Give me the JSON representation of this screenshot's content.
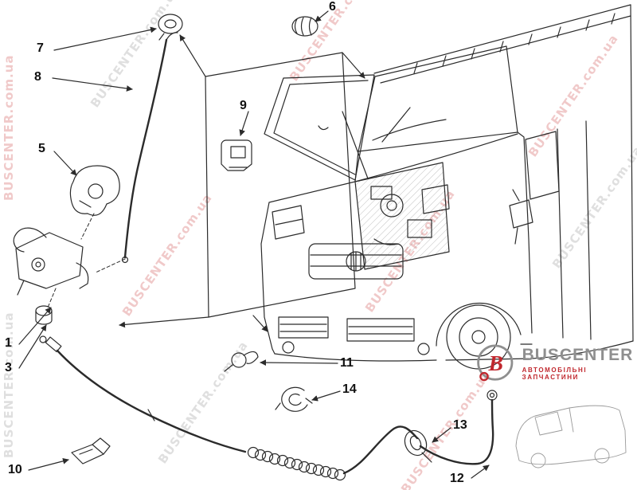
{
  "watermark": {
    "text": "BUSCENTER.com.ua"
  },
  "logo": {
    "brand": "BUSCENTER",
    "tagline": "автомобільні запчастини",
    "monogram_letter": "B"
  },
  "callouts": [
    {
      "label": "1"
    },
    {
      "label": "3"
    },
    {
      "label": "5"
    },
    {
      "label": "6"
    },
    {
      "label": "7"
    },
    {
      "label": "8"
    },
    {
      "label": "9"
    },
    {
      "label": "10"
    },
    {
      "label": "11"
    },
    {
      "label": "12"
    },
    {
      "label": "13"
    },
    {
      "label": "14"
    }
  ],
  "colors": {
    "line": "#2b2b2b",
    "watermark_gray": "#b9b9b9",
    "watermark_red": "#e08a8a",
    "logo_gray": "#8f8f8f",
    "logo_red": "#c0272d",
    "sketch_gray": "#9a9a9a"
  }
}
